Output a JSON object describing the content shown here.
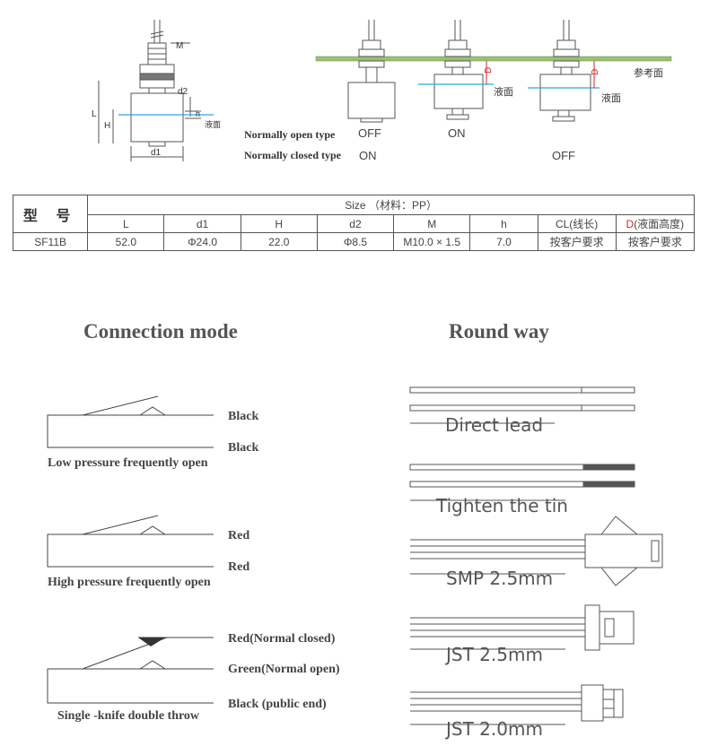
{
  "diagram": {
    "dim_labels": {
      "M": "M",
      "L": "L",
      "H": "H",
      "d2": "d2",
      "h": "h",
      "d1": "d1",
      "D": "D",
      "liquid_surface": "液面",
      "reference_surface": "参考面"
    },
    "normally_open_label": "Normally open type",
    "normally_closed_label": "Normally closed type",
    "states": {
      "open": [
        "OFF",
        "ON"
      ],
      "closed": [
        "ON",
        "OFF"
      ]
    }
  },
  "table": {
    "model_header": "型 号",
    "size_header": "Size （材料：PP）",
    "columns": [
      "L",
      "d1",
      "H",
      "d2",
      "M",
      "h",
      "CL(线长)"
    ],
    "d_col_prefix": "D",
    "d_col_suffix": "(液面高度)",
    "row": [
      "SF11B",
      "52.0",
      "Φ24.0",
      "22.0",
      "Φ8.5",
      "M10.0 × 1.5",
      "7.0",
      "按客户要求",
      "按客户要求"
    ]
  },
  "connection": {
    "title": "Connection mode",
    "groups": [
      {
        "caption": "Low pressure frequently open",
        "wires": [
          "Black",
          "Black"
        ]
      },
      {
        "caption": "High pressure frequently open",
        "wires": [
          "Red",
          "Red"
        ]
      },
      {
        "caption": "Single -knife double throw",
        "wires": [
          "Red(Normal closed)",
          "Green(Normal open)",
          "Black (public end)"
        ]
      }
    ]
  },
  "round": {
    "title": "Round way",
    "items": [
      "Direct lead",
      "Tighten the tin",
      "SMP 2.5mm",
      "JST 2.5mm",
      "JST 2.0mm"
    ]
  },
  "colors": {
    "board": "#9bbf73",
    "water_line": "#2ba6e0",
    "red_text": "#dd2222",
    "tin": "#555555"
  }
}
